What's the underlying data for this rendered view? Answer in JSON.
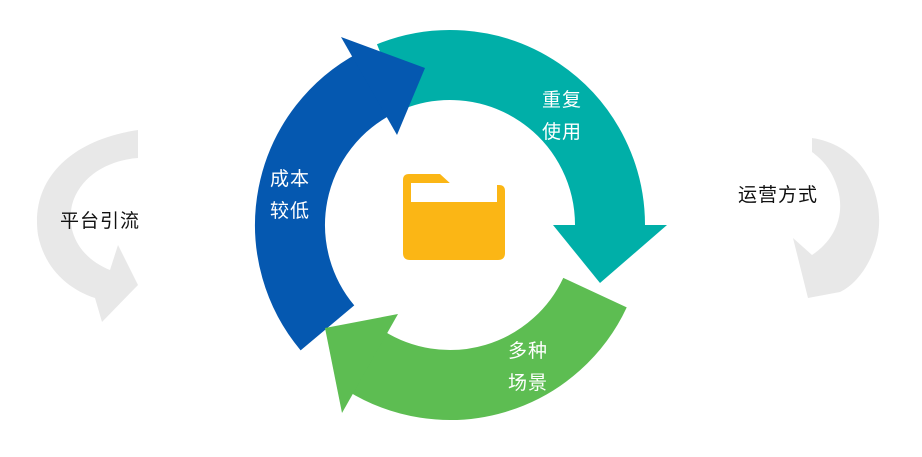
{
  "center_icon": "folder-icon",
  "colors": {
    "blue": "#0558b0",
    "teal": "#00afa8",
    "green": "#5dbd52",
    "folder": "#fbb615",
    "side_arrow": "#e8e8e8"
  },
  "segments": [
    {
      "line1": "成本",
      "line2": "较低"
    },
    {
      "line1": "重复",
      "line2": "使用"
    },
    {
      "line1": "多种",
      "line2": "场景"
    }
  ],
  "left_label": "平台引流",
  "right_label": "运营方式"
}
